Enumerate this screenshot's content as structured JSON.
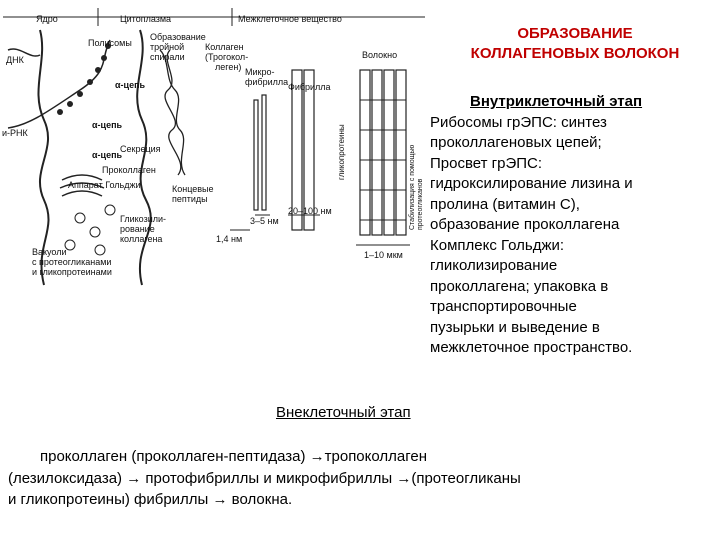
{
  "title": {
    "line1": "ОБРАЗОВАНИЕ",
    "line2": "КОЛЛАГЕНОВЫХ ВОЛОКОН"
  },
  "intracellular": {
    "heading": "Внутриклеточный этап",
    "lines": [
      "Рибосомы грЭПС: синтез",
      "проколлагеновых цепей;",
      "Просвет грЭПС:",
      "гидроксилирование лизина и",
      "пролина (витамин С),",
      "образование проколлагена",
      "Комплекс Гольджи:",
      "гликолизирование",
      "проколлагена; упаковка в",
      "транспортировочные",
      "пузырьки и выведение в",
      "межклеточное  пространство."
    ]
  },
  "extracellular": {
    "heading": "Внеклеточный этап",
    "lines": [
      "проколлаген (проколлаген-пептидаза) →тропоколлаген",
      "(лезилоксидаза) → протофибриллы и микрофибриллы →(протеогликаны",
      "и гликопротеины) фибриллы → волокна."
    ]
  },
  "diagram": {
    "header": {
      "nucleus": "Ядро",
      "cytoplasm": "Цитоплазма",
      "extracellular": "Межклеточное вещество"
    },
    "labels": {
      "dna": "ДНК",
      "mrna": "и-РНК",
      "polysomes": "Полисомы",
      "triple1": "Образование",
      "triple2": "тройной",
      "triple3": "спирали",
      "collagen1": "Коллаген",
      "collagen2": "(Трогокол-",
      "collagen3": "леген)",
      "alpha1": "α-цепь",
      "alpha2": "α-цепь",
      "alpha3": "α-цепь",
      "secretion": "Секреция",
      "procollagen": "Проколлаген",
      "golgi": "Аппарат Гольджи",
      "endpep1": "Концевые",
      "endpep2": "пептиды",
      "glyco1": "Гликозили-",
      "glyco2": "рование",
      "glyco3": "коллагена",
      "vac1": "Вакуоли",
      "vac2": "с протеогликанами",
      "vac3": "и гликопротеинами",
      "micro1": "Микро-",
      "micro2": "фибрилла",
      "fibril": "Фибрилла",
      "fiber": "Волокно",
      "gag": "гликопротеины",
      "stab1": "Стабилизация с помощью",
      "stab2": "протеогликанов",
      "nm14": "1,4 нм",
      "nm35": "3–5 нм",
      "nm20100": "20–100 нм",
      "mkm110": "1–10 мкм"
    }
  }
}
